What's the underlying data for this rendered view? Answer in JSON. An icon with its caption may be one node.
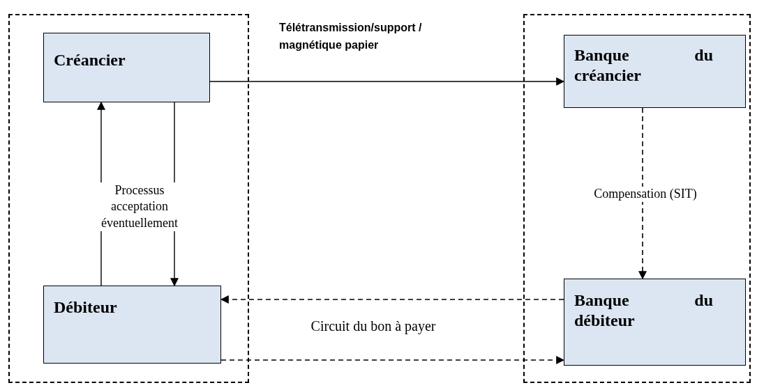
{
  "diagram": {
    "nodes": [
      {
        "text": [],
        "shape": "box"
      },
      {
        "text": [
          "Créancier"
        ],
        "in": 0
      },
      {
        "text": [
          "Débiteur"
        ],
        "in": 0
      },
      {
        "text": [],
        "shape": "box"
      },
      {
        "text": [
          "Banque du créancier"
        ],
        "in": 3
      },
      {
        "text": [
          "Banque du débiteur"
        ],
        "in": 3
      }
    ],
    "edges": [
      {
        "from": 1,
        "to": 4,
        "arrow": "to",
        "label": "Télétransmission/support / magnétique papier"
      },
      {
        "from": 2,
        "to": 1,
        "arrow": "to"
      },
      {
        "from": 1,
        "to": 2,
        "arrow": "to"
      },
      {
        "from": 4,
        "to": 5,
        "arrow": "to",
        "style": "dashed",
        "label": "Compensation (SIT)"
      },
      {
        "from": 5,
        "to": 2,
        "arrow": "to",
        "style": "dashed"
      },
      {
        "from": 2,
        "to": 5,
        "arrow": "to",
        "style": "dashed",
        "label": "Circuit du bon à payer"
      }
    ],
    "labels": [
      "Processus acceptation éventuellement"
    ]
  }
}
